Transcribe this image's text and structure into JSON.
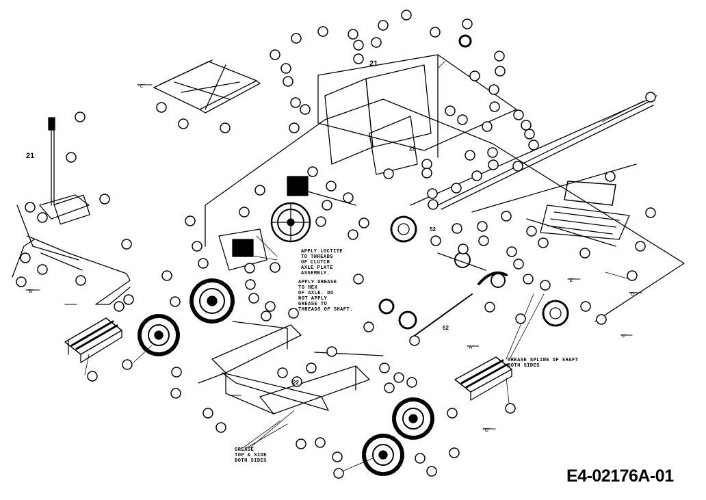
{
  "diagram": {
    "code": "E4-02176A-01",
    "notes": {
      "loctite": "APPLY LOCTITE\nTO THREADS\nOF CLUTCH\nAXLE PLATE\nASSEMBLY.",
      "grease_hex": "APPLY GREASE\nTO HEX\nOF AXLE. DO\nNOT APPLY\nGREASE TO\nTHREADS OF SHAFT.",
      "grease_spline": "GREASE SPLINE OF SHAFT\nBOTH SIDES",
      "grease_left": "GREASE\nTOP & SIDE\nBOTH SIDES"
    },
    "callouts": [
      "21",
      "21",
      "22",
      "22",
      "52",
      "52"
    ],
    "view_markers": [
      "\"C\"",
      "\"B\"",
      "\"A\"",
      "\"E\"",
      "\"D\"",
      "\"F\"",
      "\"G\""
    ]
  }
}
